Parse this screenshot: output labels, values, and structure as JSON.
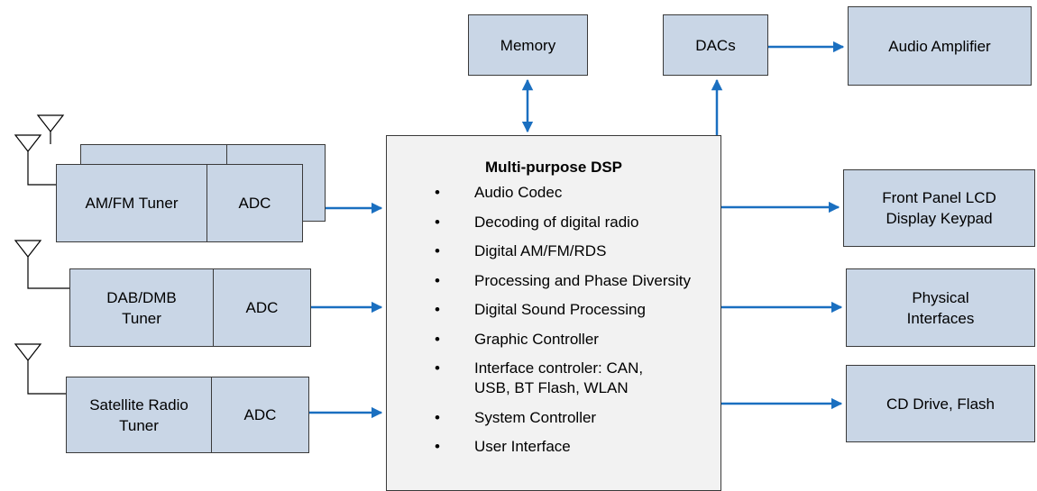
{
  "dsp": {
    "title": "Multi-purpose DSP",
    "items": [
      "Audio Codec",
      "Decoding of digital radio",
      "Digital AM/FM/RDS",
      "Processing and Phase Diversity",
      "Digital Sound Processing",
      "Graphic Controller",
      "Interface controler:  CAN, USB, BT Flash, WLAN",
      "System Controller",
      "User Interface"
    ]
  },
  "top": {
    "memory": "Memory",
    "dacs": "DACs",
    "audio_amplifier": "Audio Amplifier"
  },
  "inputs": {
    "am_fm_tuner": "AM/FM Tuner",
    "am_fm_adc": "ADC",
    "dab_tuner": "DAB/DMB Tuner",
    "dab_adc": "ADC",
    "satellite_tuner": "Satellite Radio Tuner",
    "satellite_adc": "ADC"
  },
  "outputs": {
    "front_panel": "Front Panel LCD Display Keypad",
    "physical_interfaces": "Physical Interfaces",
    "cd_drive": "CD Drive, Flash"
  },
  "colors": {
    "box_fill": "#c9d6e6",
    "dsp_fill": "#f2f2f2",
    "arrow": "#1a6fc0"
  }
}
